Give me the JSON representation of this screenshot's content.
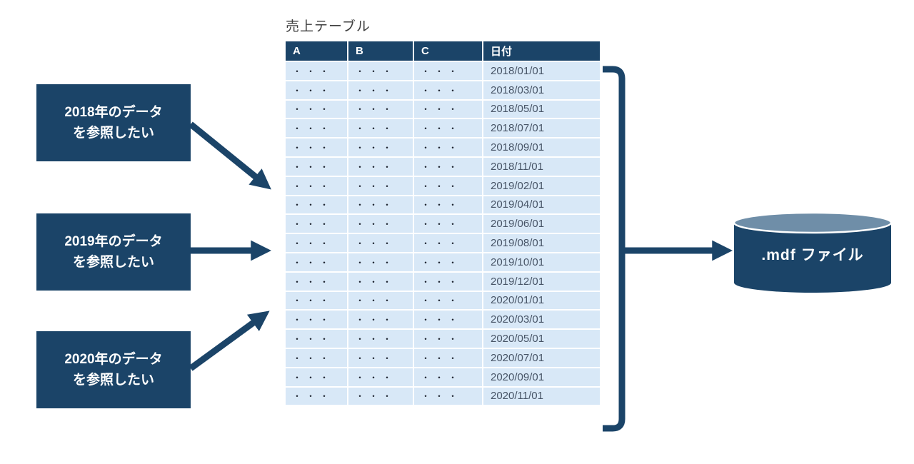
{
  "title": "売上テーブル",
  "colors": {
    "accent": "#1b4468",
    "row_bg": "#d8e8f7",
    "cylinder_top": "#6f8ea8",
    "date_text": "#475466"
  },
  "table": {
    "columns": [
      "A",
      "B",
      "C",
      "日付"
    ],
    "rows": [
      [
        "・・・",
        "・・・",
        "・・・",
        "2018/01/01"
      ],
      [
        "・・・",
        "・・・",
        "・・・",
        "2018/03/01"
      ],
      [
        "・・・",
        "・・・",
        "・・・",
        "2018/05/01"
      ],
      [
        "・・・",
        "・・・",
        "・・・",
        "2018/07/01"
      ],
      [
        "・・・",
        "・・・",
        "・・・",
        "2018/09/01"
      ],
      [
        "・・・",
        "・・・",
        "・・・",
        "2018/11/01"
      ],
      [
        "・・・",
        "・・・",
        "・・・",
        "2019/02/01"
      ],
      [
        "・・・",
        "・・・",
        "・・・",
        "2019/04/01"
      ],
      [
        "・・・",
        "・・・",
        "・・・",
        "2019/06/01"
      ],
      [
        "・・・",
        "・・・",
        "・・・",
        "2019/08/01"
      ],
      [
        "・・・",
        "・・・",
        "・・・",
        "2019/10/01"
      ],
      [
        "・・・",
        "・・・",
        "・・・",
        "2019/12/01"
      ],
      [
        "・・・",
        "・・・",
        "・・・",
        "2020/01/01"
      ],
      [
        "・・・",
        "・・・",
        "・・・",
        "2020/03/01"
      ],
      [
        "・・・",
        "・・・",
        "・・・",
        "2020/05/01"
      ],
      [
        "・・・",
        "・・・",
        "・・・",
        "2020/07/01"
      ],
      [
        "・・・",
        "・・・",
        "・・・",
        "2020/09/01"
      ],
      [
        "・・・",
        "・・・",
        "・・・",
        "2020/11/01"
      ]
    ]
  },
  "boxes": [
    {
      "line1": "2018年のデータ",
      "line2": "を参照したい"
    },
    {
      "line1": "2019年のデータ",
      "line2": "を参照したい"
    },
    {
      "line1": "2020年のデータ",
      "line2": "を参照したい"
    }
  ],
  "database": {
    "label": ".mdf ファイル"
  }
}
